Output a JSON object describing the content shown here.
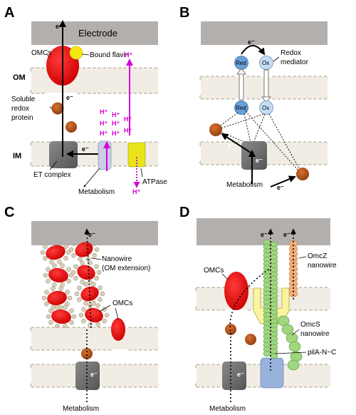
{
  "panels": {
    "a": {
      "letter": "A",
      "electrode": "Electrode",
      "omcs": "OMCs",
      "bound_flavin": "Bound flavin",
      "om": "OM",
      "im": "IM",
      "soluble": [
        "Soluble",
        "redox",
        "protein"
      ],
      "et_complex": "ET complex",
      "metabolism": "Metabolism",
      "atpase": "ATPase",
      "electron": "e⁻",
      "proton": "H⁺"
    },
    "b": {
      "letter": "B",
      "red": "Red",
      "ox": "Ox",
      "redox_mediator": [
        "Redox",
        "mediator"
      ],
      "metabolism": "Metabolism",
      "electron": "e⁻"
    },
    "c": {
      "letter": "C",
      "nanowire": "Nanowire",
      "om_extension": "(OM extension)",
      "omcs": "OMCs",
      "metabolism": "Metabolism",
      "electron": "e⁻"
    },
    "d": {
      "letter": "D",
      "omcs": "OMCs",
      "omcz": [
        "OmcZ",
        "nanowire"
      ],
      "omcs_nanowire": [
        "OmcS",
        "nanowire"
      ],
      "pila": "pilA-N~C",
      "metabolism": "Metabolism",
      "electron": "e⁻"
    }
  },
  "colors": {
    "electrode": "#b3afad",
    "omc": "#ee1111",
    "flavin": "#f5e812",
    "soluble_protein": "#b8521a",
    "et_complex": "#6e6e6e",
    "proton": "#d400d4",
    "atpase": "#e8e418",
    "red_mediator": "#6a9fd8",
    "ox_mediator": "#c4dcf4",
    "omcs_fiber": "#9fd67e",
    "omcz_fiber": "#f2b07e",
    "pilus_base": "#98b2dc",
    "membrane_head": "#d9cfb8"
  }
}
